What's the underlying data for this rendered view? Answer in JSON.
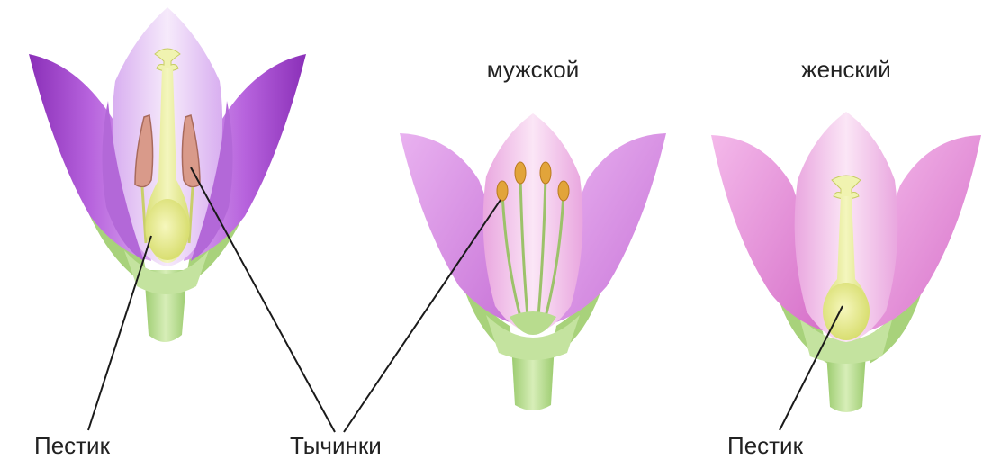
{
  "labels": {
    "pistil_left": "Пестик",
    "stamens": "Тычинки",
    "male_title": "мужской",
    "female_title": "женский",
    "pistil_right": "Пестик"
  },
  "colors": {
    "petal_purple_dark": "#9b3fc4",
    "petal_purple": "#c986e6",
    "petal_light": "#ecd2f5",
    "petal_pink": "#e98fd8",
    "petal_pink_light": "#f6cdee",
    "sepal_green": "#a9d37e",
    "sepal_dark": "#7fb35a",
    "pistil_yellow": "#e6ec8a",
    "anther_orange": "#e2a43a",
    "anther_pink": "#d99a8a",
    "leader_line": "#1a1a1a"
  },
  "icons": {
    "left_flower": "bisexual-flower-icon",
    "middle_flower": "male-flower-icon",
    "right_flower": "female-flower-icon"
  }
}
